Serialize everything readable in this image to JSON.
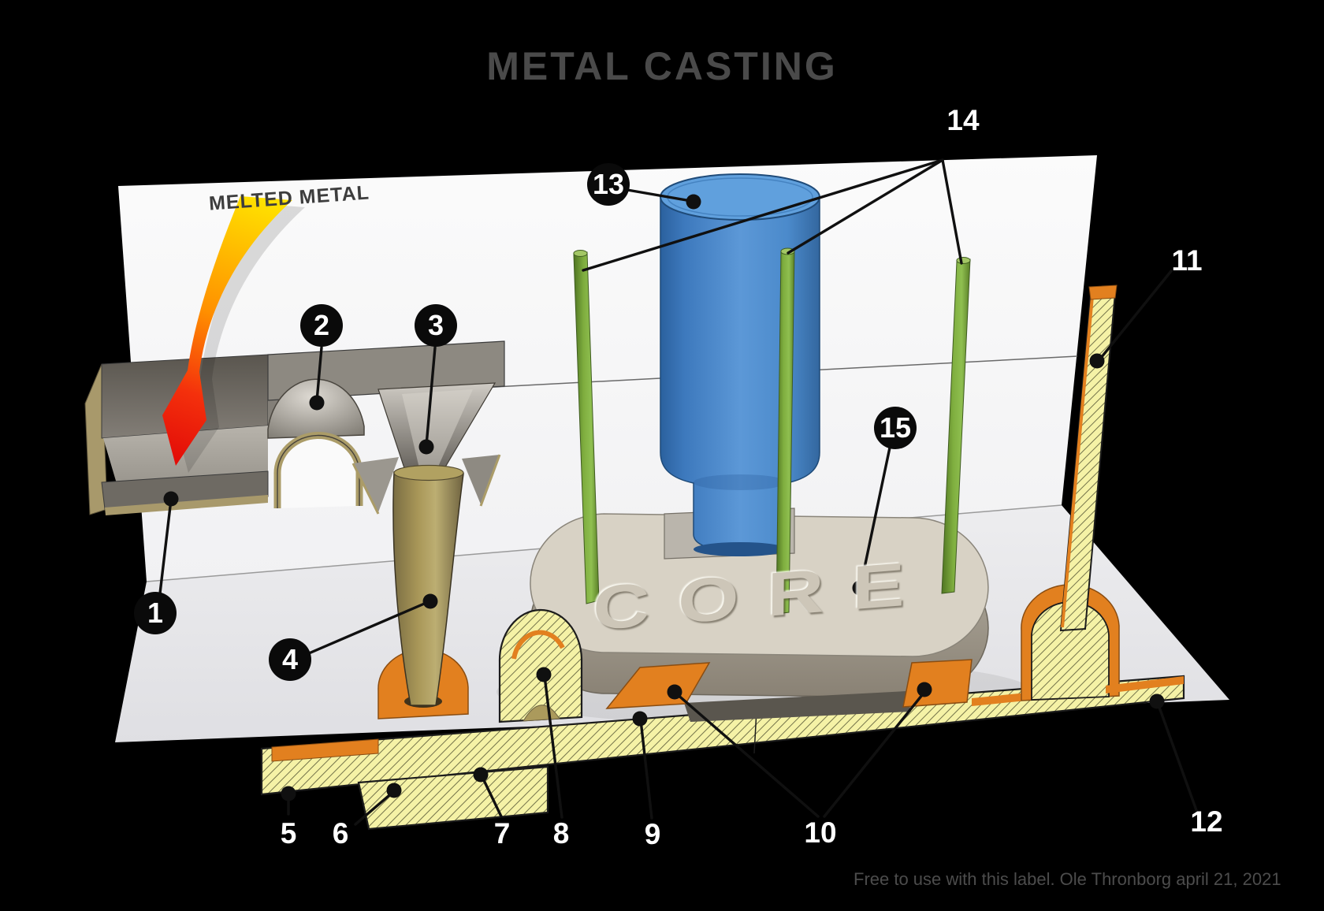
{
  "title": "METAL CASTING",
  "labels": {
    "melted_metal": "MELTED METAL",
    "core": "CORE"
  },
  "callouts": {
    "circled": [
      "1",
      "2",
      "3",
      "4",
      "13",
      "15"
    ],
    "plain": [
      "5",
      "6",
      "7",
      "8",
      "9",
      "10",
      "11",
      "12",
      "14"
    ]
  },
  "footer": {
    "attribution": "Free to use with this label. Ole Thronborg april 21, 2021"
  },
  "colors": {
    "background": "#000000",
    "backdrop_plane": "#f8f8f8",
    "floor_plane": "#e7e7e9",
    "mold_hatch_fill": "#f5f2a6",
    "mold_hatch_line": "#73734a",
    "gating_orange": "#e2801f",
    "riser_blue": "#4a8fd2",
    "vent_green": "#7fae3f",
    "sprue_tan": "#ab9a5c",
    "metal_gray": "#8d8981",
    "arrow_yellow": "#ffe100",
    "arrow_red": "#e30d08",
    "title_gray": "#4a4a4a"
  }
}
